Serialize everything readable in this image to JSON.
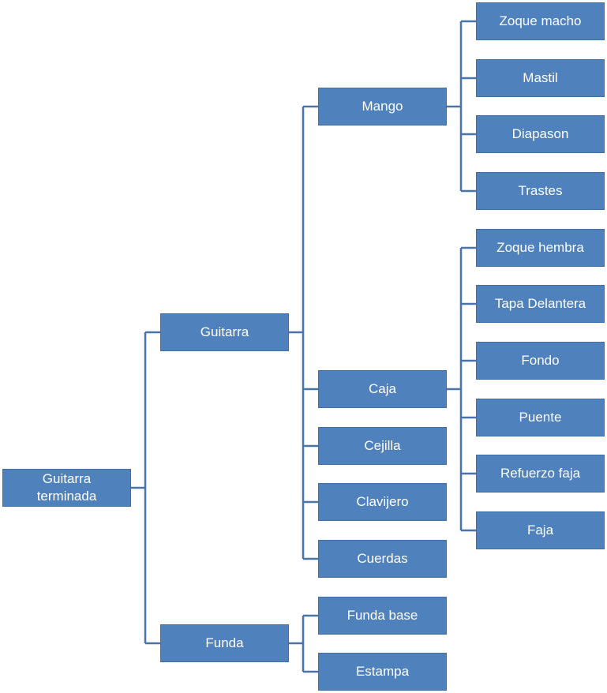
{
  "style": {
    "box_color": "#4F81BD",
    "box_border": "#3F6FA8",
    "line_color": "#4A74A8",
    "text_color": "#FFFFFF"
  },
  "root": {
    "label": "Guitarra\nterminada",
    "children": [
      {
        "label": "Guitarra",
        "children": [
          {
            "label": "Mango",
            "children": [
              {
                "label": "Zoque macho"
              },
              {
                "label": "Mastil"
              },
              {
                "label": "Diapason"
              },
              {
                "label": "Trastes"
              }
            ]
          },
          {
            "label": "Caja",
            "children": [
              {
                "label": "Zoque hembra"
              },
              {
                "label": "Tapa Delantera"
              },
              {
                "label": "Fondo"
              },
              {
                "label": "Puente"
              },
              {
                "label": "Refuerzo faja"
              },
              {
                "label": "Faja"
              }
            ]
          },
          {
            "label": "Cejilla"
          },
          {
            "label": "Clavijero"
          },
          {
            "label": "Cuerdas"
          }
        ]
      },
      {
        "label": "Funda",
        "children": [
          {
            "label": "Funda base"
          },
          {
            "label": "Estampa"
          }
        ]
      }
    ]
  }
}
